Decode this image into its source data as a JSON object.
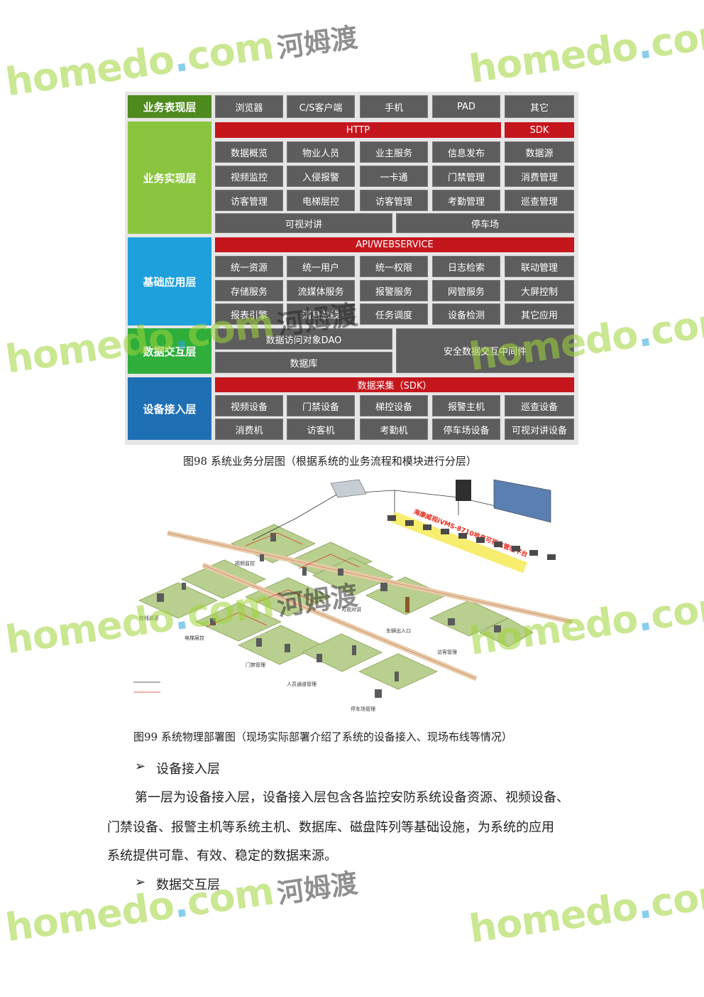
{
  "fig98": {
    "layers": [
      "业务表现层",
      "业务实现层",
      "基础应用层",
      "数据交互层",
      "设备接入层"
    ],
    "row_presentation": [
      "浏览器",
      "C/S客户端",
      "手机",
      "PAD",
      "其它"
    ],
    "bar_http": "HTTP",
    "bar_sdk": "SDK",
    "impl_rows": [
      [
        "数据概览",
        "物业人员",
        "业主服务",
        "信息发布",
        "数据源"
      ],
      [
        "视频监控",
        "入侵报警",
        "一卡通",
        "门禁管理",
        "消费管理"
      ],
      [
        "访客管理",
        "电梯层控",
        "访客管理",
        "考勤管理",
        "巡查管理"
      ]
    ],
    "impl_wide": [
      "可视对讲",
      "停车场"
    ],
    "bar_api": "API/WEBSERVICE",
    "base_rows": [
      [
        "统一资源",
        "统一用户",
        "统一权限",
        "日志检索",
        "联动管理"
      ],
      [
        "存储服务",
        "流媒体服务",
        "报警服务",
        "网管服务",
        "大屏控制"
      ],
      [
        "报表引擎",
        "消息总线",
        "任务调度",
        "设备检测",
        "其它应用"
      ]
    ],
    "data_left": [
      "数据访问对象DAO",
      "数据库"
    ],
    "data_right": "安全数据交互中间件",
    "bar_collect": "数据采集（SDK）",
    "device_rows": [
      [
        "视频设备",
        "门禁设备",
        "梯控设备",
        "报警主机",
        "巡查设备"
      ],
      [
        "消费机",
        "访客机",
        "考勤机",
        "停车场设备",
        "可视对讲设备"
      ]
    ],
    "caption": "图98 系统业务分层图（根据系统的业务流程和模块进行分层）"
  },
  "fig99": {
    "platform_label": "海康威视iVMS-8710地产可视化管理平台",
    "zones": [
      "视频监控",
      "可视对讲",
      "车辆出入口",
      "访客管理",
      "电梯层控",
      "门禁管理",
      "人员通道管理",
      "停车场管理",
      "在线巡更"
    ],
    "caption": "图99 系统物理部署图（现场实际部署介绍了系统的设备接入、现场布线等情况）"
  },
  "section1": {
    "bullet": "➢",
    "heading": "设备接入层",
    "lines": [
      "第一层为设备接入层，设备接入层包含各监控安防系统设备资源、视频设备、",
      "门禁设备、报警主机等系统主机、数据库、磁盘阵列等基础设施，为系统的应用",
      "系统提供可靠、有效、稳定的数据来源。"
    ]
  },
  "section2": {
    "bullet": "➢",
    "heading": "数据交互层"
  },
  "watermark": {
    "brand": "homedo",
    "dot": ".",
    "tld": "com",
    "cn": "河姆渡"
  },
  "colors": {
    "layer_presentation": "#4e8a1e",
    "layer_impl": "#8bc53f",
    "layer_base": "#1ea0dc",
    "layer_data": "#2fae3c",
    "layer_device": "#1f6fb5",
    "red_bar": "#c5161d",
    "cell": "#5d5d5d"
  }
}
